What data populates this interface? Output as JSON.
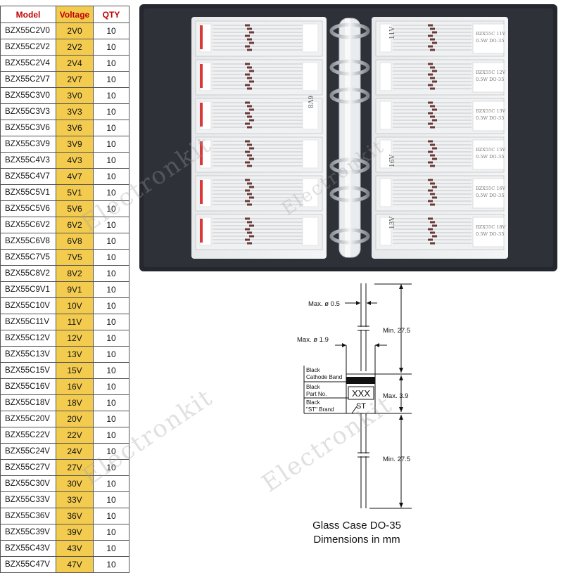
{
  "table": {
    "headers": {
      "model": "Model",
      "voltage": "Voltage",
      "qty": "QTY"
    },
    "rows": [
      {
        "model": "BZX55C2V0",
        "voltage": "2V0",
        "qty": "10"
      },
      {
        "model": "BZX55C2V2",
        "voltage": "2V2",
        "qty": "10"
      },
      {
        "model": "BZX55C2V4",
        "voltage": "2V4",
        "qty": "10"
      },
      {
        "model": "BZX55C2V7",
        "voltage": "2V7",
        "qty": "10"
      },
      {
        "model": "BZX55C3V0",
        "voltage": "3V0",
        "qty": "10"
      },
      {
        "model": "BZX55C3V3",
        "voltage": "3V3",
        "qty": "10"
      },
      {
        "model": "BZX55C3V6",
        "voltage": "3V6",
        "qty": "10"
      },
      {
        "model": "BZX55C3V9",
        "voltage": "3V9",
        "qty": "10"
      },
      {
        "model": "BZX55C4V3",
        "voltage": "4V3",
        "qty": "10"
      },
      {
        "model": "BZX55C4V7",
        "voltage": "4V7",
        "qty": "10"
      },
      {
        "model": "BZX55C5V1",
        "voltage": "5V1",
        "qty": "10"
      },
      {
        "model": "BZX55C5V6",
        "voltage": "5V6",
        "qty": "10"
      },
      {
        "model": "BZX55C6V2",
        "voltage": "6V2",
        "qty": "10"
      },
      {
        "model": "BZX55C6V8",
        "voltage": "6V8",
        "qty": "10"
      },
      {
        "model": "BZX55C7V5",
        "voltage": "7V5",
        "qty": "10"
      },
      {
        "model": "BZX55C8V2",
        "voltage": "8V2",
        "qty": "10"
      },
      {
        "model": "BZX55C9V1",
        "voltage": "9V1",
        "qty": "10"
      },
      {
        "model": "BZX55C10V",
        "voltage": "10V",
        "qty": "10"
      },
      {
        "model": "BZX55C11V",
        "voltage": "11V",
        "qty": "10"
      },
      {
        "model": "BZX55C12V",
        "voltage": "12V",
        "qty": "10"
      },
      {
        "model": "BZX55C13V",
        "voltage": "13V",
        "qty": "10"
      },
      {
        "model": "BZX55C15V",
        "voltage": "15V",
        "qty": "10"
      },
      {
        "model": "BZX55C16V",
        "voltage": "16V",
        "qty": "10"
      },
      {
        "model": "BZX55C18V",
        "voltage": "18V",
        "qty": "10"
      },
      {
        "model": "BZX55C20V",
        "voltage": "20V",
        "qty": "10"
      },
      {
        "model": "BZX55C22V",
        "voltage": "22V",
        "qty": "10"
      },
      {
        "model": "BZX55C24V",
        "voltage": "24V",
        "qty": "10"
      },
      {
        "model": "BZX55C27V",
        "voltage": "27V",
        "qty": "10"
      },
      {
        "model": "BZX55C30V",
        "voltage": "30V",
        "qty": "10"
      },
      {
        "model": "BZX55C33V",
        "voltage": "33V",
        "qty": "10"
      },
      {
        "model": "BZX55C36V",
        "voltage": "36V",
        "qty": "10"
      },
      {
        "model": "BZX55C39V",
        "voltage": "39V",
        "qty": "10"
      },
      {
        "model": "BZX55C43V",
        "voltage": "43V",
        "qty": "10"
      },
      {
        "model": "BZX55C47V",
        "voltage": "47V",
        "qty": "10"
      }
    ]
  },
  "binder": {
    "right_pockets": [
      {
        "line1": "BZX55C 11V",
        "line2": "0.5W DO-35"
      },
      {
        "line1": "BZX55C 12V",
        "line2": "0.5W DO-35"
      },
      {
        "line1": "BZX55C 13V",
        "line2": "0.5W DO-35"
      },
      {
        "line1": "BZX55C 15V",
        "line2": "0.5W DO-35"
      },
      {
        "line1": "BZX55C 16V",
        "line2": "0.5W DO-35"
      },
      {
        "line1": "BZX55C 18V",
        "line2": "0.5W DO-35"
      }
    ],
    "left_tag": "6V8",
    "right_tags": [
      "11V",
      "16V",
      "13V"
    ]
  },
  "diagram": {
    "max_lead": "Max. ø 0.5",
    "min_top": "Min. 27.5",
    "max_body": "Max. ø 1.9",
    "cathode_label": [
      "Black",
      "Cathode Band"
    ],
    "part_label": [
      "Black",
      "Part No."
    ],
    "st_label": [
      "Black",
      "\"ST\" Brand"
    ],
    "body_text": "XXX",
    "brand_text": "ST",
    "max_len": "Max. 3.9",
    "min_bottom": "Min. 27.5",
    "caption_line1": "Glass Case DO-35",
    "caption_line2": "Dimensions in mm"
  },
  "watermark": "Electronkit",
  "colors": {
    "header_text": "#c00000",
    "voltage_bg": "#f3cc4f",
    "binder_cover": "#24272d"
  }
}
